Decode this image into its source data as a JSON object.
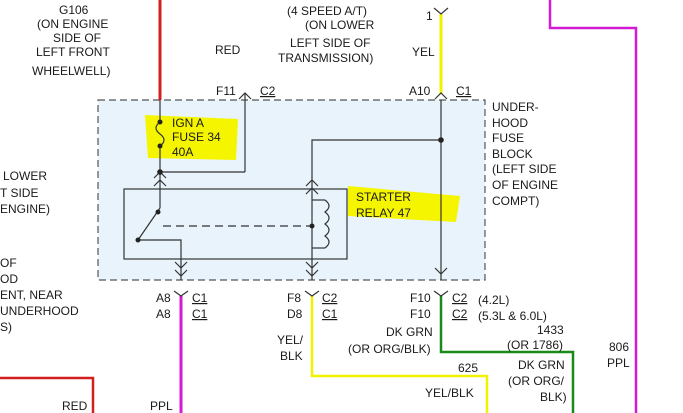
{
  "labels": {
    "g106_1": "G106",
    "g106_2": "(ON ENGINE",
    "g106_3": "SIDE OF",
    "g106_4": "LEFT FRONT",
    "g106_5": "WHEELWELL)",
    "trans_1": "(4 SPEED A/T)",
    "trans_2": "(ON LOWER",
    "trans_3": "LEFT SIDE OF",
    "trans_4": "TRANSMISSION)",
    "pin1_top": "1",
    "red_top": "RED",
    "yel_top": "YEL",
    "f11": "F11",
    "c2_top": "C2",
    "a10": "A10",
    "c1_top": "C1",
    "fuse_block_1": "UNDER-",
    "fuse_block_2": "HOOD",
    "fuse_block_3": "FUSE",
    "fuse_block_4": "BLOCK",
    "fuse_block_5": "(LEFT SIDE",
    "fuse_block_6": "OF ENGINE",
    "fuse_block_7": "COMPT)",
    "fuse_1": "IGN A",
    "fuse_2": "FUSE 34",
    "fuse_3": "40A",
    "relay_1": "STARTER",
    "relay_2": "RELAY 47",
    "left_1": "LOWER",
    "left_2": "T SIDE",
    "left_3": "ENGINE)",
    "left_4": "OF",
    "left_5": "OD",
    "left_6": "ENT, NEAR",
    "left_7": "UNDERHOOD",
    "left_8": "S)",
    "a8_1": "A8",
    "a8_2": "A8",
    "c1_a8_1": "C1",
    "c1_a8_2": "C1",
    "f8": "F8",
    "d8": "D8",
    "c2_f8": "C2",
    "c1_d8": "C1",
    "f10_1": "F10",
    "f10_2": "F10",
    "c2_f10_1": "C2",
    "c2_f10_2": "C2",
    "engine_42": "(4.2L)",
    "engine_53": "(5.3L & 6.0L)",
    "circuit_1433": "1433",
    "circuit_1786": "(OR 1786)",
    "dkgrn_1": "DK GRN",
    "dkgrn_2": "(OR ORG/BLK)",
    "dkgrn2_1": "DK GRN",
    "dkgrn2_2": "(OR ORG/",
    "dkgrn2_3": "BLK)",
    "circuit_806": "806",
    "ppl_right": "PPL",
    "yelblk_1": "YEL/",
    "yelblk_2": "BLK",
    "circuit_625": "625",
    "yelblk_3": "YEL/BLK",
    "red_bottom": "RED",
    "ppl_bottom": "PPL"
  },
  "colors": {
    "red_wire": "#d21f1f",
    "yellow_wire": "#f2f200",
    "magenta_wire": "#d41ad4",
    "green_wire": "#1a8a1a",
    "highlight": "#f5f500",
    "block_fill": "#e8f3fb"
  }
}
